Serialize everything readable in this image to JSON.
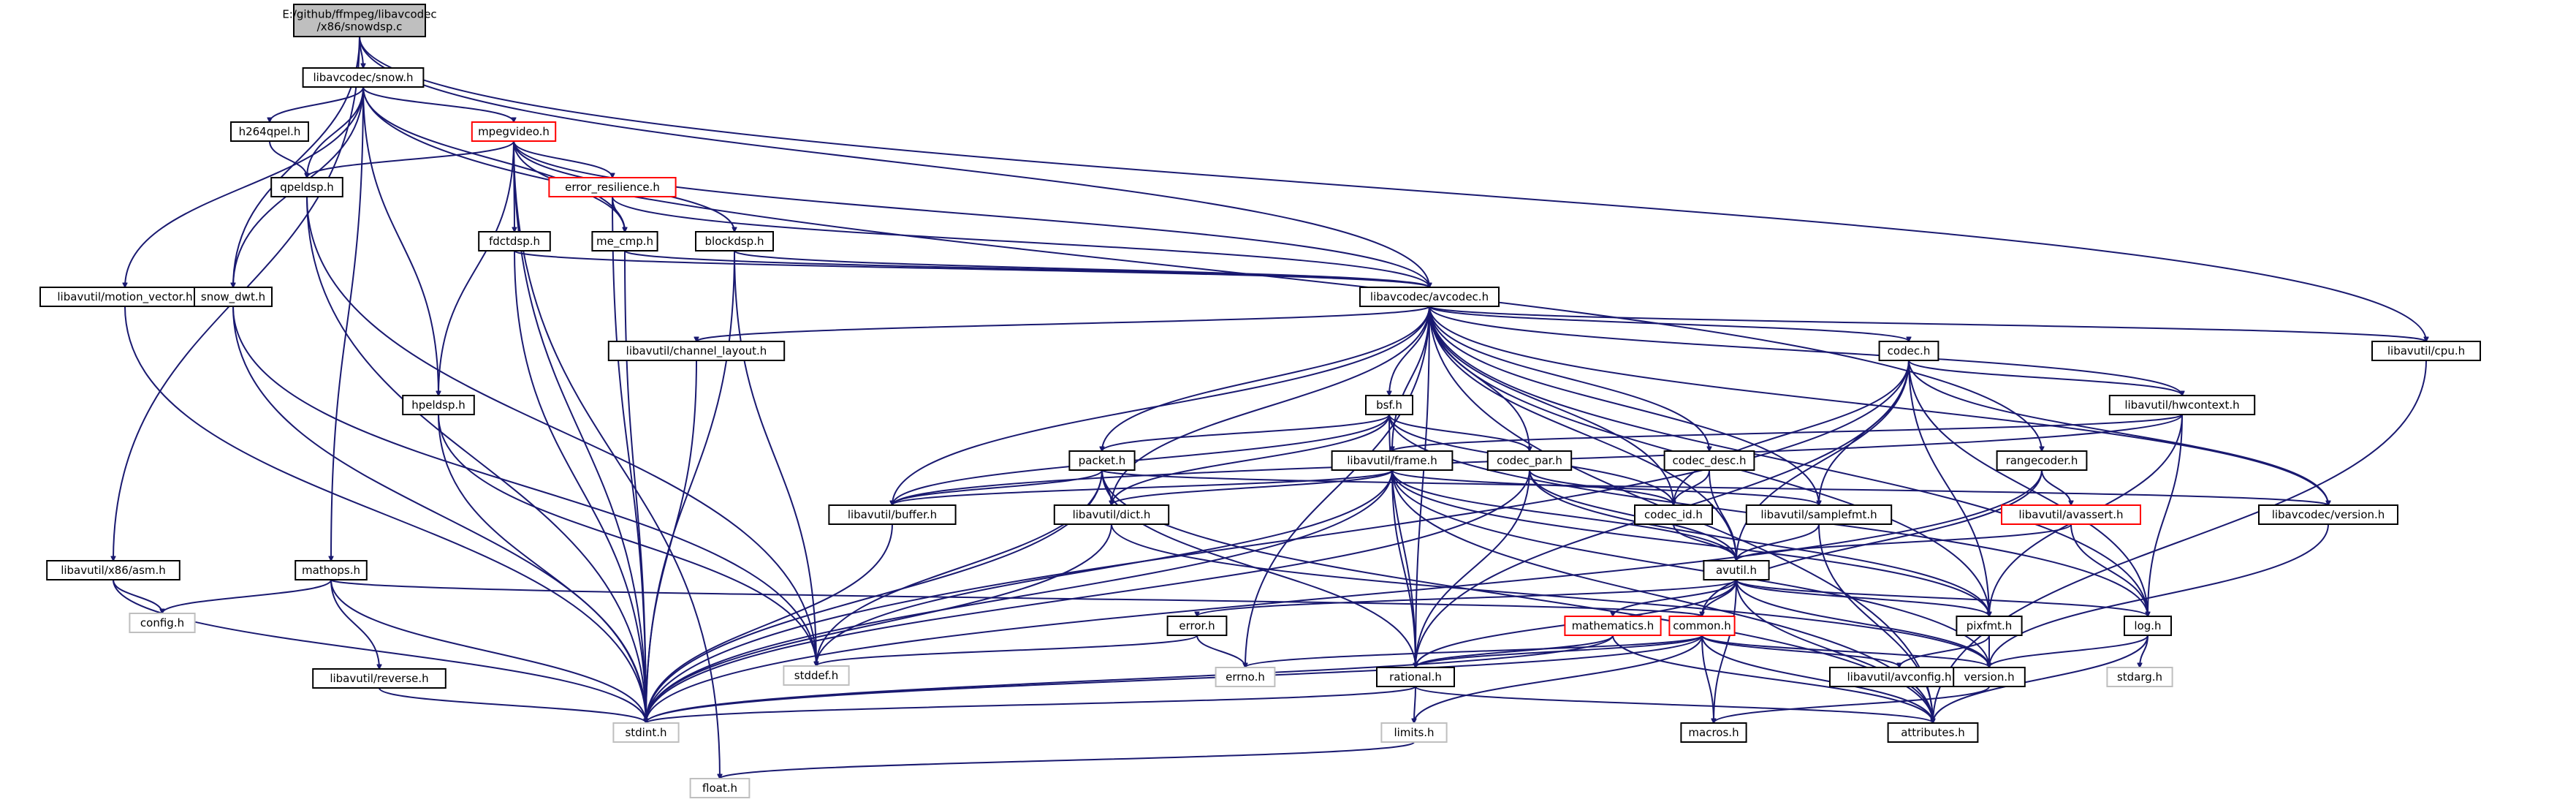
{
  "graph": {
    "title": "E:/github/ffmpeg/libavcodec/x86/snowdsp.c",
    "colors": {
      "edge": "#191970",
      "node_border": "#000000",
      "node_fill": "#ffffff",
      "root_fill": "#bfbfbf",
      "truncated_border": "#ff0000",
      "system_border": "#bfbfbf"
    },
    "nodes": [
      {
        "id": "snowdsp",
        "label": "E:/github/ffmpeg/libavcodec\n/x86/snowdsp.c",
        "kind": "root"
      },
      {
        "id": "snow",
        "label": "libavcodec/snow.h",
        "kind": "normal"
      },
      {
        "id": "h264qpel",
        "label": "h264qpel.h",
        "kind": "normal"
      },
      {
        "id": "mpegvideo",
        "label": "mpegvideo.h",
        "kind": "truncated"
      },
      {
        "id": "qpeldsp",
        "label": "qpeldsp.h",
        "kind": "normal"
      },
      {
        "id": "error_resilience",
        "label": "error_resilience.h",
        "kind": "truncated"
      },
      {
        "id": "fdctdsp",
        "label": "fdctdsp.h",
        "kind": "normal"
      },
      {
        "id": "me_cmp",
        "label": "me_cmp.h",
        "kind": "normal"
      },
      {
        "id": "blockdsp",
        "label": "blockdsp.h",
        "kind": "normal"
      },
      {
        "id": "motion_vector",
        "label": "libavutil/motion_vector.h",
        "kind": "normal"
      },
      {
        "id": "snow_dwt",
        "label": "snow_dwt.h",
        "kind": "normal"
      },
      {
        "id": "avcodec",
        "label": "libavcodec/avcodec.h",
        "kind": "normal"
      },
      {
        "id": "cpu",
        "label": "libavutil/cpu.h",
        "kind": "normal"
      },
      {
        "id": "channel_layout",
        "label": "libavutil/channel_layout.h",
        "kind": "normal"
      },
      {
        "id": "codec",
        "label": "codec.h",
        "kind": "normal"
      },
      {
        "id": "hpeldsp",
        "label": "hpeldsp.h",
        "kind": "normal"
      },
      {
        "id": "bsf",
        "label": "bsf.h",
        "kind": "normal"
      },
      {
        "id": "hwcontext",
        "label": "libavutil/hwcontext.h",
        "kind": "normal"
      },
      {
        "id": "rangecoder",
        "label": "rangecoder.h",
        "kind": "normal"
      },
      {
        "id": "packet",
        "label": "packet.h",
        "kind": "normal"
      },
      {
        "id": "frame",
        "label": "libavutil/frame.h",
        "kind": "normal"
      },
      {
        "id": "codec_par",
        "label": "codec_par.h",
        "kind": "normal"
      },
      {
        "id": "codec_desc",
        "label": "codec_desc.h",
        "kind": "normal"
      },
      {
        "id": "avassert",
        "label": "libavutil/avassert.h",
        "kind": "truncated"
      },
      {
        "id": "buffer",
        "label": "libavutil/buffer.h",
        "kind": "normal"
      },
      {
        "id": "dict",
        "label": "libavutil/dict.h",
        "kind": "normal"
      },
      {
        "id": "codec_id",
        "label": "codec_id.h",
        "kind": "normal"
      },
      {
        "id": "samplefmt",
        "label": "libavutil/samplefmt.h",
        "kind": "normal"
      },
      {
        "id": "lavc_version",
        "label": "libavcodec/version.h",
        "kind": "normal"
      },
      {
        "id": "asm",
        "label": "libavutil/x86/asm.h",
        "kind": "normal"
      },
      {
        "id": "mathops",
        "label": "mathops.h",
        "kind": "normal"
      },
      {
        "id": "avutil",
        "label": "avutil.h",
        "kind": "normal"
      },
      {
        "id": "config",
        "label": "config.h",
        "kind": "system"
      },
      {
        "id": "error",
        "label": "error.h",
        "kind": "normal"
      },
      {
        "id": "mathematics",
        "label": "mathematics.h",
        "kind": "truncated"
      },
      {
        "id": "common",
        "label": "common.h",
        "kind": "truncated"
      },
      {
        "id": "pixfmt",
        "label": "pixfmt.h",
        "kind": "normal"
      },
      {
        "id": "log",
        "label": "log.h",
        "kind": "normal"
      },
      {
        "id": "stddef",
        "label": "stddef.h",
        "kind": "system"
      },
      {
        "id": "errno",
        "label": "errno.h",
        "kind": "system"
      },
      {
        "id": "reverse",
        "label": "libavutil/reverse.h",
        "kind": "normal"
      },
      {
        "id": "rational",
        "label": "rational.h",
        "kind": "normal"
      },
      {
        "id": "avconfig",
        "label": "libavutil/avconfig.h",
        "kind": "normal"
      },
      {
        "id": "version",
        "label": "version.h",
        "kind": "normal"
      },
      {
        "id": "stdarg",
        "label": "stdarg.h",
        "kind": "system"
      },
      {
        "id": "stdint",
        "label": "stdint.h",
        "kind": "system"
      },
      {
        "id": "limits",
        "label": "limits.h",
        "kind": "system"
      },
      {
        "id": "macros",
        "label": "macros.h",
        "kind": "normal"
      },
      {
        "id": "attributes",
        "label": "attributes.h",
        "kind": "normal"
      },
      {
        "id": "float",
        "label": "float.h",
        "kind": "system"
      }
    ],
    "edges": [
      [
        "snowdsp",
        "snow"
      ],
      [
        "snowdsp",
        "snow_dwt"
      ],
      [
        "snowdsp",
        "avcodec"
      ],
      [
        "snowdsp",
        "cpu"
      ],
      [
        "snowdsp",
        "asm"
      ],
      [
        "snow",
        "h264qpel"
      ],
      [
        "snow",
        "mpegvideo"
      ],
      [
        "snow",
        "qpeldsp"
      ],
      [
        "snow",
        "me_cmp"
      ],
      [
        "snow",
        "motion_vector"
      ],
      [
        "snow",
        "snow_dwt"
      ],
      [
        "snow",
        "hpeldsp"
      ],
      [
        "snow",
        "mathops"
      ],
      [
        "snow",
        "rangecoder"
      ],
      [
        "h264qpel",
        "qpeldsp"
      ],
      [
        "qpeldsp",
        "stdint"
      ],
      [
        "qpeldsp",
        "stddef"
      ],
      [
        "mpegvideo",
        "qpeldsp"
      ],
      [
        "mpegvideo",
        "error_resilience"
      ],
      [
        "mpegvideo",
        "fdctdsp"
      ],
      [
        "mpegvideo",
        "me_cmp"
      ],
      [
        "mpegvideo",
        "blockdsp"
      ],
      [
        "mpegvideo",
        "hpeldsp"
      ],
      [
        "mpegvideo",
        "avcodec"
      ],
      [
        "mpegvideo",
        "float"
      ],
      [
        "mpegvideo",
        "stdint"
      ],
      [
        "error_resilience",
        "me_cmp"
      ],
      [
        "error_resilience",
        "avcodec"
      ],
      [
        "error_resilience",
        "stdint"
      ],
      [
        "fdctdsp",
        "avcodec"
      ],
      [
        "fdctdsp",
        "stdint"
      ],
      [
        "me_cmp",
        "avcodec"
      ],
      [
        "me_cmp",
        "stdint"
      ],
      [
        "blockdsp",
        "avcodec"
      ],
      [
        "blockdsp",
        "stdint"
      ],
      [
        "blockdsp",
        "stddef"
      ],
      [
        "motion_vector",
        "stdint"
      ],
      [
        "snow_dwt",
        "stdint"
      ],
      [
        "snow_dwt",
        "stddef"
      ],
      [
        "avcodec",
        "channel_layout"
      ],
      [
        "avcodec",
        "codec"
      ],
      [
        "avcodec",
        "bsf"
      ],
      [
        "avcodec",
        "packet"
      ],
      [
        "avcodec",
        "frame"
      ],
      [
        "avcodec",
        "codec_par"
      ],
      [
        "avcodec",
        "codec_desc"
      ],
      [
        "avcodec",
        "buffer"
      ],
      [
        "avcodec",
        "dict"
      ],
      [
        "avcodec",
        "codec_id"
      ],
      [
        "avcodec",
        "samplefmt"
      ],
      [
        "avcodec",
        "lavc_version"
      ],
      [
        "avcodec",
        "avutil"
      ],
      [
        "avcodec",
        "cpu"
      ],
      [
        "avcodec",
        "hwcontext"
      ],
      [
        "avcodec",
        "log"
      ],
      [
        "avcodec",
        "pixfmt"
      ],
      [
        "avcodec",
        "rational"
      ],
      [
        "avcodec",
        "attributes"
      ],
      [
        "avcodec",
        "errno"
      ],
      [
        "cpu",
        "attributes"
      ],
      [
        "channel_layout",
        "stdint"
      ],
      [
        "codec",
        "hwcontext"
      ],
      [
        "codec",
        "samplefmt"
      ],
      [
        "codec",
        "codec_id"
      ],
      [
        "codec",
        "lavc_version"
      ],
      [
        "codec",
        "avutil"
      ],
      [
        "codec",
        "log"
      ],
      [
        "codec",
        "pixfmt"
      ],
      [
        "codec",
        "rational"
      ],
      [
        "codec",
        "stdint"
      ],
      [
        "hpeldsp",
        "stdint"
      ],
      [
        "hpeldsp",
        "stddef"
      ],
      [
        "bsf",
        "packet"
      ],
      [
        "bsf",
        "codec_par"
      ],
      [
        "bsf",
        "codec_id"
      ],
      [
        "bsf",
        "dict"
      ],
      [
        "bsf",
        "buffer"
      ],
      [
        "bsf",
        "log"
      ],
      [
        "bsf",
        "rational"
      ],
      [
        "hwcontext",
        "frame"
      ],
      [
        "hwcontext",
        "buffer"
      ],
      [
        "hwcontext",
        "pixfmt"
      ],
      [
        "hwcontext",
        "log"
      ],
      [
        "rangecoder",
        "avassert"
      ],
      [
        "rangecoder",
        "common"
      ],
      [
        "rangecoder",
        "stdint"
      ],
      [
        "packet",
        "buffer"
      ],
      [
        "packet",
        "dict"
      ],
      [
        "packet",
        "lavc_version"
      ],
      [
        "packet",
        "attributes"
      ],
      [
        "packet",
        "rational"
      ],
      [
        "packet",
        "stddef"
      ],
      [
        "packet",
        "stdint"
      ],
      [
        "frame",
        "buffer"
      ],
      [
        "frame",
        "dict"
      ],
      [
        "frame",
        "samplefmt"
      ],
      [
        "frame",
        "avutil"
      ],
      [
        "frame",
        "pixfmt"
      ],
      [
        "frame",
        "rational"
      ],
      [
        "frame",
        "version"
      ],
      [
        "frame",
        "attributes"
      ],
      [
        "frame",
        "stddef"
      ],
      [
        "frame",
        "stdint"
      ],
      [
        "codec_par",
        "codec_id"
      ],
      [
        "codec_par",
        "avutil"
      ],
      [
        "codec_par",
        "pixfmt"
      ],
      [
        "codec_par",
        "rational"
      ],
      [
        "codec_par",
        "stdint"
      ],
      [
        "codec_desc",
        "codec_id"
      ],
      [
        "codec_desc",
        "avutil"
      ],
      [
        "avassert",
        "avutil"
      ],
      [
        "avassert",
        "log"
      ],
      [
        "buffer",
        "stdint"
      ],
      [
        "dict",
        "version"
      ],
      [
        "dict",
        "stdint"
      ],
      [
        "codec_id",
        "avutil"
      ],
      [
        "samplefmt",
        "avutil"
      ],
      [
        "samplefmt",
        "attributes"
      ],
      [
        "lavc_version",
        "version"
      ],
      [
        "asm",
        "config"
      ],
      [
        "asm",
        "stdint"
      ],
      [
        "mathops",
        "config"
      ],
      [
        "mathops",
        "reverse"
      ],
      [
        "mathops",
        "common"
      ],
      [
        "mathops",
        "stdint"
      ],
      [
        "avutil",
        "error"
      ],
      [
        "avutil",
        "mathematics"
      ],
      [
        "avutil",
        "common"
      ],
      [
        "avutil",
        "rational"
      ],
      [
        "avutil",
        "pixfmt"
      ],
      [
        "avutil",
        "log"
      ],
      [
        "avutil",
        "version"
      ],
      [
        "avutil",
        "macros"
      ],
      [
        "avutil",
        "attributes"
      ],
      [
        "error",
        "errno"
      ],
      [
        "error",
        "stddef"
      ],
      [
        "mathematics",
        "rational"
      ],
      [
        "mathematics",
        "attributes"
      ],
      [
        "mathematics",
        "stdint"
      ],
      [
        "common",
        "errno"
      ],
      [
        "common",
        "rational"
      ],
      [
        "common",
        "avconfig"
      ],
      [
        "common",
        "version"
      ],
      [
        "common",
        "limits"
      ],
      [
        "common",
        "macros"
      ],
      [
        "common",
        "attributes"
      ],
      [
        "common",
        "stdint"
      ],
      [
        "pixfmt",
        "avconfig"
      ],
      [
        "pixfmt",
        "version"
      ],
      [
        "log",
        "version"
      ],
      [
        "log",
        "stdarg"
      ],
      [
        "log",
        "attributes"
      ],
      [
        "reverse",
        "stdint"
      ],
      [
        "rational",
        "limits"
      ],
      [
        "rational",
        "attributes"
      ],
      [
        "rational",
        "stdint"
      ],
      [
        "version",
        "macros"
      ],
      [
        "limits",
        "float"
      ]
    ]
  }
}
